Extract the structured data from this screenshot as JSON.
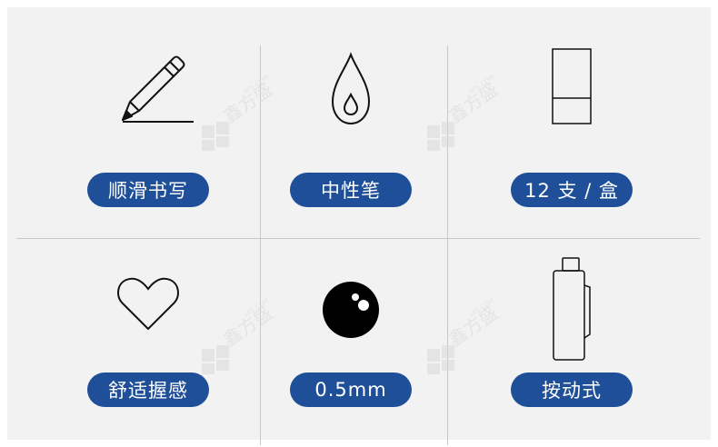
{
  "features": [
    {
      "label": "顺滑书写",
      "icon": "pencil-icon"
    },
    {
      "label": "中性笔",
      "icon": "ink-drop-icon"
    },
    {
      "label": "12 支 / 盒",
      "icon": "box-icon"
    },
    {
      "label": "舒适握感",
      "icon": "heart-icon"
    },
    {
      "label": "0.5mm",
      "icon": "pen-ball-icon"
    },
    {
      "label": "按动式",
      "icon": "pen-body-icon"
    }
  ],
  "watermark": {
    "text": "鑫方盛",
    "subtext": "XFS.COM"
  },
  "colors": {
    "pill": "#1f4f98",
    "background": "#f2f2f2",
    "divider": "#c8c8c8"
  }
}
